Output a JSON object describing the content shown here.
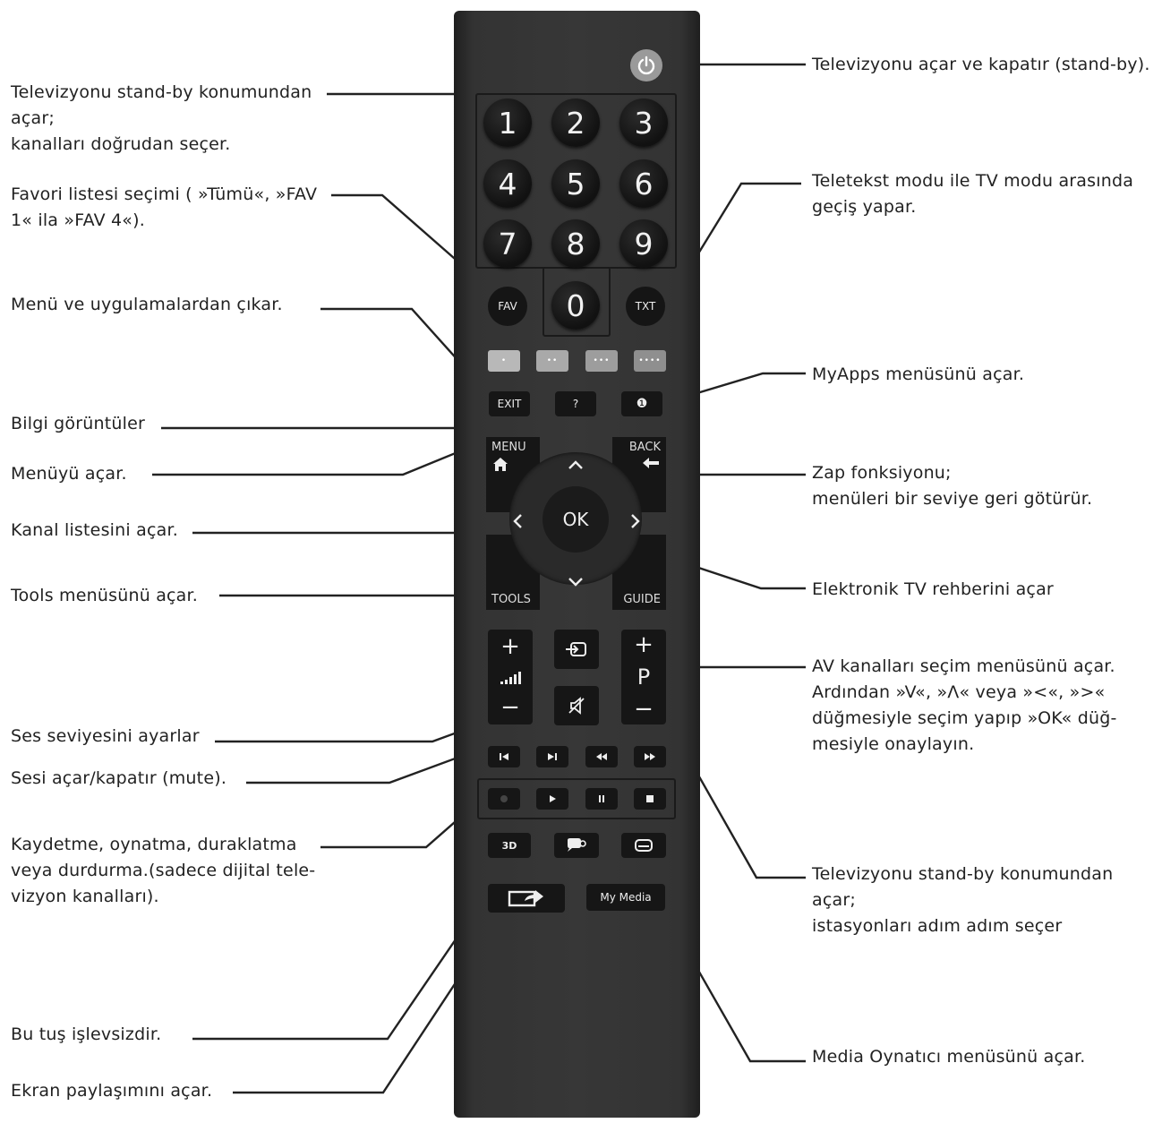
{
  "labels": {
    "power_desc": "Televizyonu açar ve kapatır (stand-by).",
    "numbers_desc": "Televizyonu stand-by konumundan\naçar;\nkanalları doğrudan seçer.",
    "fav_desc": " Favori listesi seçimi ( »Tümü«, »FAV\n1« ila »FAV 4«).",
    "txt_desc": " Teletekst modu ile TV modu arasında\ngeçiş yapar.",
    "exit_desc": "Menü ve uygulamalardan çıkar.",
    "myapps_desc": "MyApps menüsünü açar.",
    "info_desc": "Bilgi görüntüler",
    "menu_desc": "Menüyü açar.",
    "back_desc": " Zap fonksiyonu;\nmenüleri bir seviye geri götürür.",
    "ok_desc": "Kanal listesini açar.",
    "tools_desc": "Tools menüsünü açar.",
    "guide_desc": "Elektronik TV rehberini açar",
    "av_desc": "AV kanalları seçim menüsünü açar.\nArdından »V«, »Λ« veya »<«, »>«\ndüğmesiyle seçim yapıp »OK« düğ-\nmesiyle onaylayın.",
    "volume_desc": "Ses seviyesini ayarlar",
    "mute_desc": "Sesi açar/kapatır (mute).",
    "record_desc": "Kaydetme, oynatma, duraklatma\nveya durdurma.(sadece dijital tele-\nvizyon kanalları).",
    "pchannel_desc": "Televizyonu stand-by konumundan\naçar;\nistasyonları adım adım seçer",
    "nofunc_desc": "Bu tuş işlevsizdir.",
    "share_desc": "Ekran paylaşımını açar.",
    "mymedia_desc": "Media Oynatıcı menüsünü açar."
  },
  "remote": {
    "digits": [
      "1",
      "2",
      "3",
      "4",
      "5",
      "6",
      "7",
      "8",
      "9",
      "0"
    ],
    "fav": "FAV",
    "txt": "TXT",
    "color_keys": [
      "•",
      "••",
      "•••",
      "••••"
    ],
    "color_key_colors": [
      "#b8b8b8",
      "#a9a9a9",
      "#9d9d9d",
      "#8f8f8f"
    ],
    "exit": "EXIT",
    "info": "?",
    "myapps": "❶",
    "menu": "MENU",
    "back": "BACK",
    "ok": "OK",
    "tools": "TOOLS",
    "guide": "GUIDE",
    "arrow_up": "^",
    "arrow_down": "v",
    "arrow_left": "<",
    "arrow_right": ">",
    "vol_plus": "+",
    "vol_minus": "−",
    "p_plus": "+",
    "p_label": "P",
    "p_minus": "−",
    "three_d": "3D",
    "my_media": "My Media"
  }
}
